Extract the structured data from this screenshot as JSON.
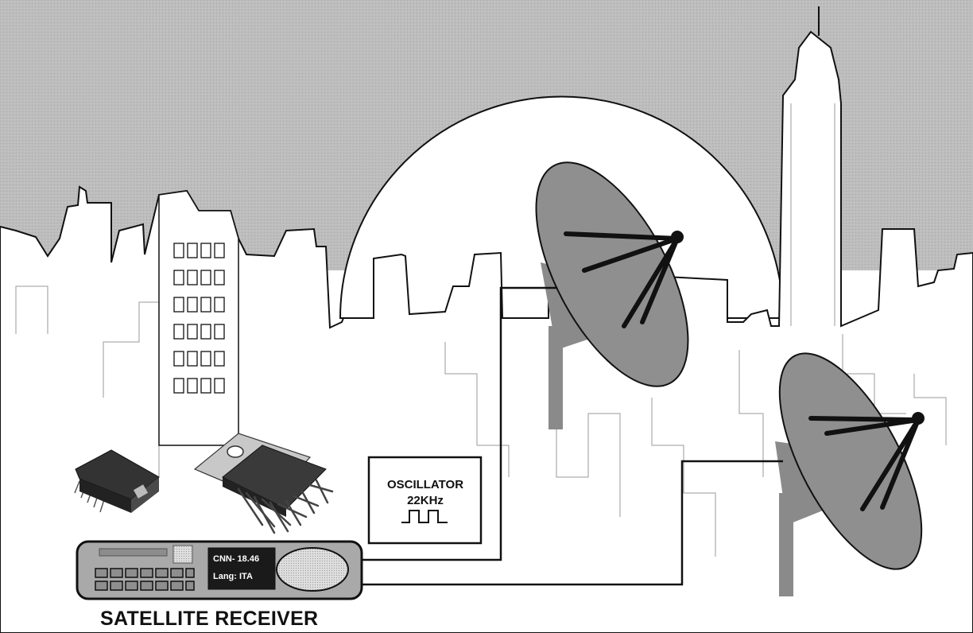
{
  "oscillator": {
    "title": "OSCILLATOR",
    "frequency": "22KHz"
  },
  "receiver": {
    "display_line1": "CNN- 18.46",
    "display_line2": "Lang: ITA",
    "caption": "SATELLITE RECEIVER"
  },
  "colors": {
    "sky": "#b8b8b8",
    "moon": "#ffffff",
    "dish": "#8a8a8a",
    "receiver_body": "#a9a9a9",
    "display": "#1a1a1a",
    "outline": "#111111"
  },
  "icons": {
    "chip_small": "chip-smd-icon",
    "chip_large": "chip-multiwatt-icon",
    "square_wave": "square-wave-icon"
  }
}
